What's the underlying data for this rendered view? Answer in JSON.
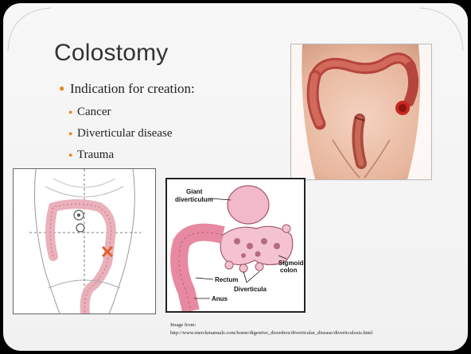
{
  "slide": {
    "title": "Colostomy",
    "bullets": [
      {
        "text": "Indication for creation:",
        "level": 1
      },
      {
        "text": "Cancer",
        "level": 2
      },
      {
        "text": "Diverticular disease",
        "level": 2
      },
      {
        "text": "Trauma",
        "level": 2
      }
    ],
    "accent_color": "#e0891e"
  },
  "diverticula_diagram": {
    "labels": {
      "giant_1": "Giant",
      "giant_2": "diverticulum",
      "sigmoid_1": "Sigmoid",
      "sigmoid_2": "colon",
      "rectum": "Rectum",
      "diverticula": "Diverticula",
      "anus": "Anus"
    }
  },
  "caption": {
    "line1": "Image from:",
    "line2": "http://www.merckmanuals.com/home/digestive_disorders/diverticular_disease/diverticulosis.html"
  }
}
